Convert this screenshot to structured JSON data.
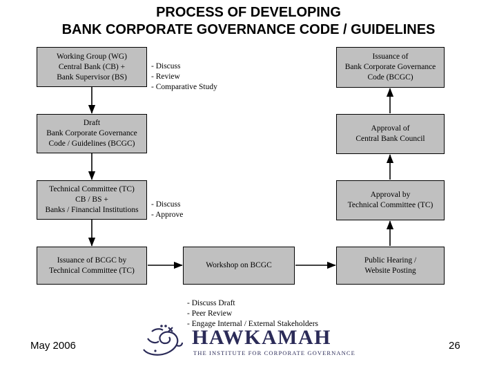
{
  "title": {
    "line1": "PROCESS OF DEVELOPING",
    "line2": "BANK CORPORATE GOVERNANCE CODE / GUIDELINES"
  },
  "boxes": {
    "working_group": "Working Group (WG)\nCentral Bank (CB)  +\nBank Supervisor (BS)",
    "issuance_bcgc": "Issuance of\nBank Corporate Governance\nCode (BCGC)",
    "draft_bcgc": "Draft\nBank Corporate Governance\nCode / Guidelines (BCGC)",
    "approval_council": "Approval of\nCentral Bank Council",
    "technical_committee": "Technical Committee (TC)\nCB / BS +\nBanks / Financial Institutions",
    "approval_tc": "Approval by\nTechnical Committee (TC)",
    "issuance_by_tc": "Issuance of BCGC by\nTechnical Committee (TC)",
    "workshop": "Workshop on  BCGC",
    "public_hearing": "Public Hearing /\nWebsite Posting"
  },
  "notes": {
    "top_note": "- Discuss\n- Review\n- Comparative Study",
    "mid_note": "- Discuss\n- Approve",
    "bottom_note": "-  Discuss Draft\n-  Peer Review\n- Engage Internal / External Stakeholders"
  },
  "footer": {
    "date": "May 2006",
    "page": "26",
    "logo_word": "HAWKAMAH",
    "logo_sub": "THE INSTITUTE FOR CORPORATE GOVERNANCE"
  },
  "colors": {
    "box_fill": "#c0c0c0",
    "box_border": "#000000",
    "logo": "#2b2b58",
    "text": "#000000"
  }
}
